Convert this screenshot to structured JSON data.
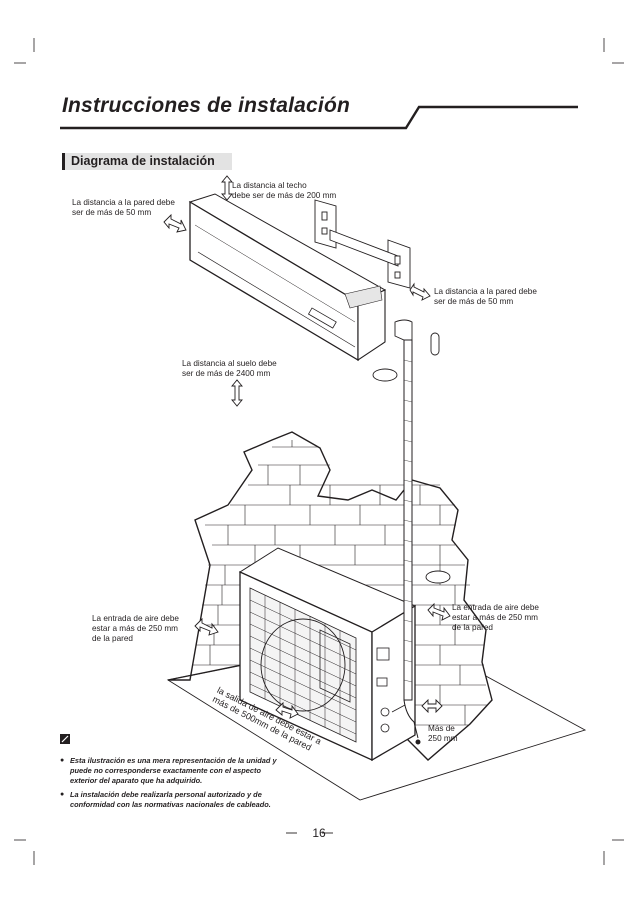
{
  "page": {
    "title": "Instrucciones de instalación",
    "section_heading": "Diagrama de instalación",
    "page_number": "16"
  },
  "labels": {
    "ceiling": "La distancia al techo\ndebe ser de más de 200 mm",
    "wall_left": "La distancia a la pared debe\nser de más de 50 mm",
    "wall_right": "La distancia a la pared debe\nser de más de 50 mm",
    "floor": "La distancia al suelo debe\nser de más de 2400 mm",
    "air_in_left": "La entrada de aire debe\nestar a más de 250 mm\nde la pared",
    "air_in_right": "La entrada de aire debe\nestar a más de 250 mm\nde la pared",
    "air_out": "la salida de aire debe estar a\nmás de 500mm de la pared",
    "min_250": "Más de\n250 mm"
  },
  "notes": [
    "Esta ilustración es una mera representación de la unidad y\npuede no corresponderse exactamente con el aspecto\nexterior del aparato que ha adquirido.",
    "La instalación debe realizarla personal autorizado y de\nconformidad con las normativas nacionales de cableado."
  ],
  "icons": {
    "note": "pencil-note-icon",
    "bullet": "●"
  }
}
